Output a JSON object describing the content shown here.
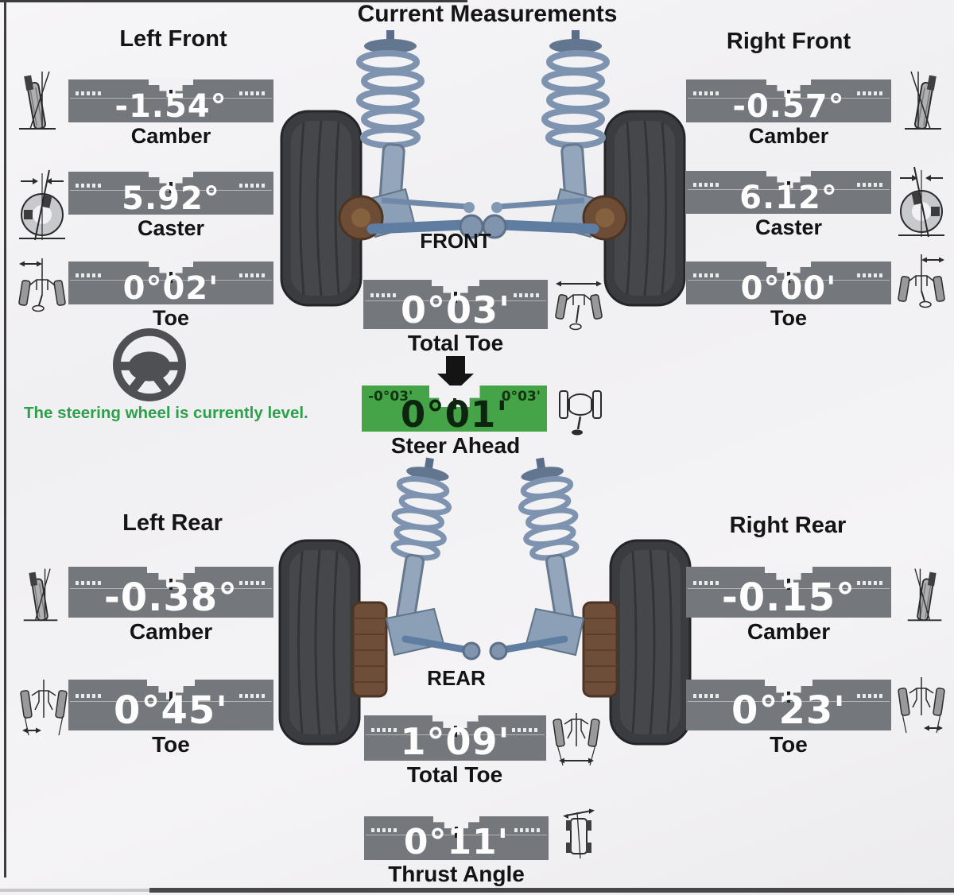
{
  "title": "Current Measurements",
  "front": {
    "axle_label": "FRONT",
    "left": {
      "heading": "Left Front",
      "camber": {
        "value": "-1.54°",
        "label": "Camber"
      },
      "caster": {
        "value": "5.92°",
        "label": "Caster"
      },
      "toe": {
        "value": "0°02'",
        "label": "Toe"
      }
    },
    "right": {
      "heading": "Right Front",
      "camber": {
        "value": "-0.57°",
        "label": "Camber"
      },
      "caster": {
        "value": "6.12°",
        "label": "Caster"
      },
      "toe": {
        "value": "0°00'",
        "label": "Toe"
      }
    },
    "total_toe": {
      "value": "0°03'",
      "label": "Total Toe"
    },
    "steer_ahead": {
      "value": "0°01'",
      "label": "Steer Ahead",
      "min_limit": "-0°03'",
      "max_limit": "0°03'"
    }
  },
  "steering_wheel": {
    "message": "The steering wheel is currently level."
  },
  "rear": {
    "axle_label": "REAR",
    "left": {
      "heading": "Left Rear",
      "camber": {
        "value": "-0.38°",
        "label": "Camber"
      },
      "toe": {
        "value": "0°45'",
        "label": "Toe"
      }
    },
    "right": {
      "heading": "Right Rear",
      "camber": {
        "value": "-0.15°",
        "label": "Camber"
      },
      "toe": {
        "value": "0°23'",
        "label": "Toe"
      }
    },
    "total_toe": {
      "value": "1°09'",
      "label": "Total Toe"
    },
    "thrust_angle": {
      "value": "0°11'",
      "label": "Thrust Angle"
    }
  },
  "colors": {
    "gauge_gray": "#74777b",
    "steer_ahead_green": "#45a447",
    "message_green": "#2da04b",
    "value_text": "#ffffff",
    "label_text": "#131313"
  },
  "icons": [
    "camber-icon",
    "caster-icon",
    "toe-top-icon",
    "total-toe-icon",
    "steer-ahead-vehicle-icon",
    "thrust-angle-vehicle-icon",
    "steering-wheel-icon",
    "down-arrow-icon",
    "front-suspension-illustration",
    "rear-suspension-illustration"
  ]
}
